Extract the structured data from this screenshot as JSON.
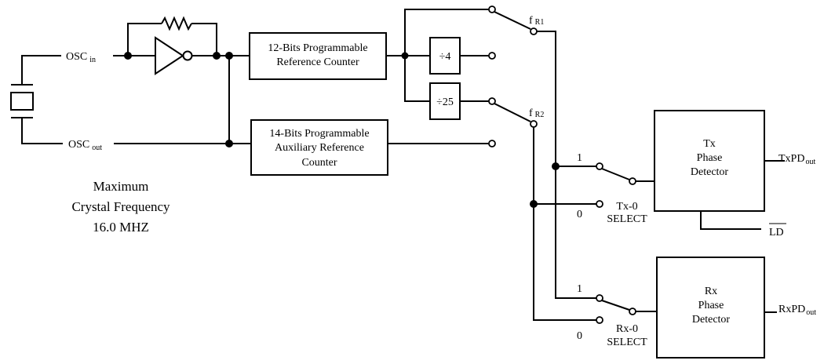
{
  "inputs": {
    "osc_in": "OSC",
    "osc_in_sub": "in",
    "osc_out": "OSC",
    "osc_out_sub": "out"
  },
  "blocks": {
    "ref_counter": {
      "line1": "12-Bits Programmable",
      "line2": "Reference Counter"
    },
    "aux_counter": {
      "line1": "14-Bits Programmable",
      "line2": "Auxiliary Reference",
      "line3": "Counter"
    },
    "div4": "÷4",
    "div25": "÷25",
    "tx_detector": {
      "line1": "Tx",
      "line2": "Phase",
      "line3": "Detector"
    },
    "rx_detector": {
      "line1": "Rx",
      "line2": "Phase",
      "line3": "Detector"
    }
  },
  "switches": {
    "fr1": "f",
    "fr1_sub": "R1",
    "fr2": "f",
    "fr2_sub": "R2",
    "tx_one": "1",
    "tx_zero": "0",
    "rx_one": "1",
    "rx_zero": "0",
    "tx_select_line1": "Tx-0",
    "tx_select_line2": "SELECT",
    "rx_select_line1": "Rx-0",
    "rx_select_line2": "SELECT"
  },
  "outputs": {
    "txpd": "TxPD",
    "txpd_sub": "out",
    "rxpd": "RxPD",
    "rxpd_sub": "out",
    "ld": "LD"
  },
  "note": {
    "line1": "Maximum",
    "line2": "Crystal Frequency",
    "line3": "16.0 MHZ"
  }
}
